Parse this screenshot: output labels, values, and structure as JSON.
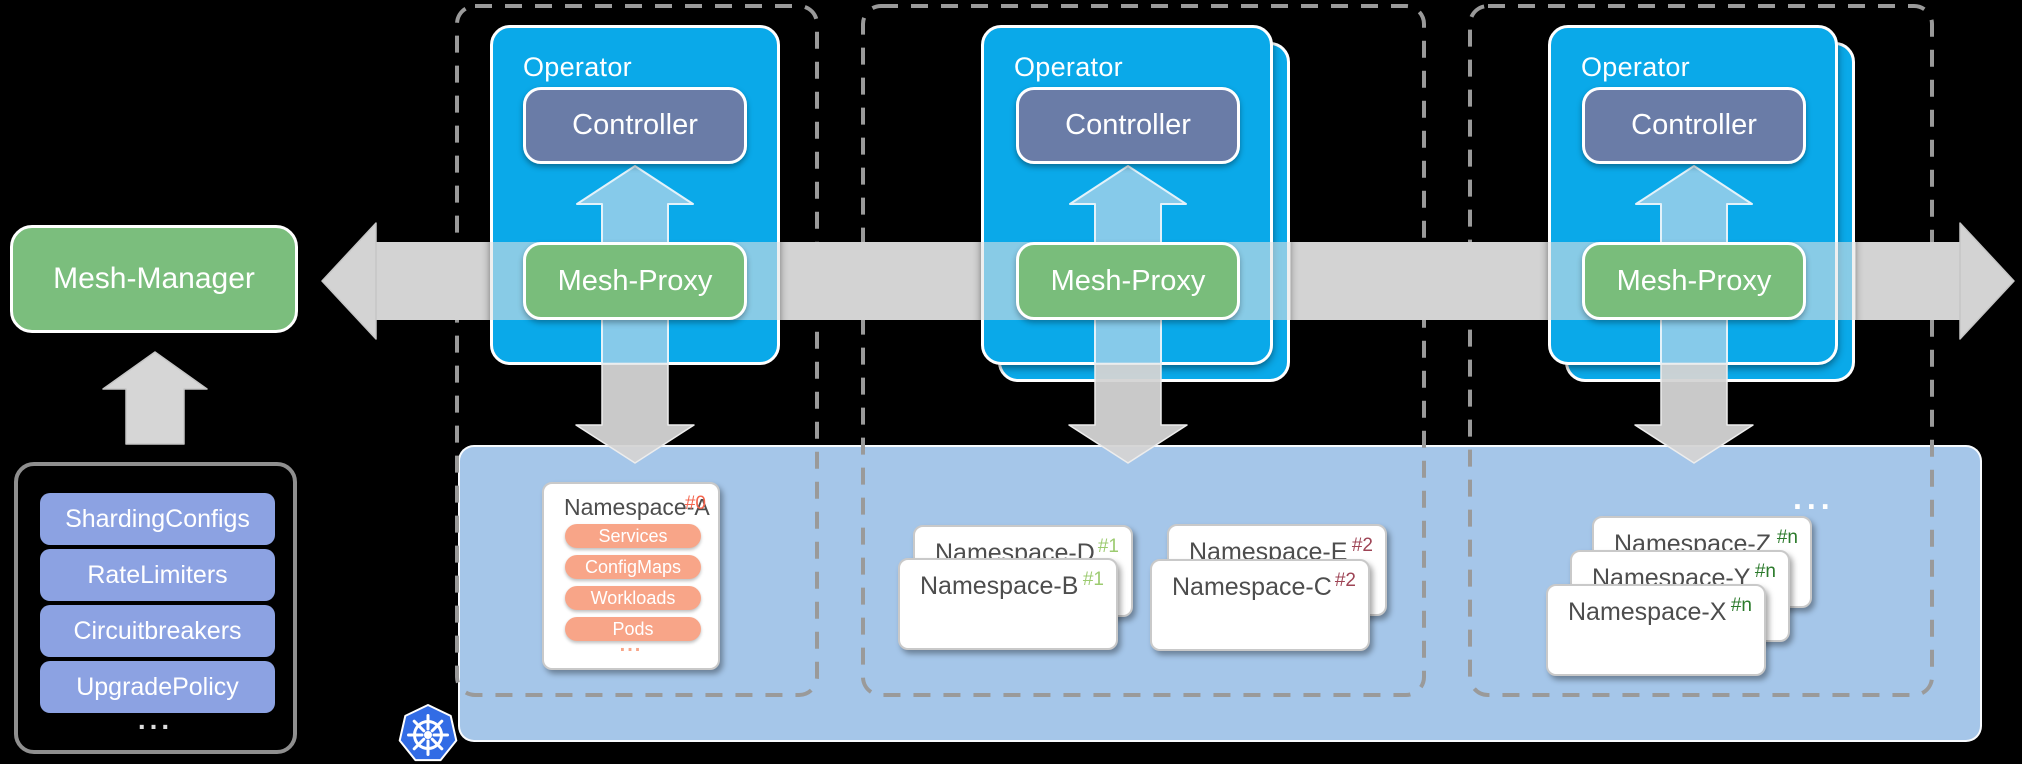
{
  "colors": {
    "background": "#000000",
    "operator_blue": "#0AA9E9",
    "controller_slate": "#6A7CA7",
    "mesh_green": "#7BBE7D",
    "panel_blue": "#A5C6E9",
    "resource_salmon": "#F8A588",
    "crd_periwinkle": "#8CA2E2",
    "arrow_gray": "#D3D3D3",
    "dashed_gray": "#9A9A9A",
    "k8s_blue": "#326CE5",
    "tag0_red": "#F4654E",
    "tag1_green": "#9CCB70",
    "tag2_maroon": "#9E4455",
    "tagn_darkgreen": "#2B7A2B"
  },
  "mesh_manager": {
    "label": "Mesh-Manager"
  },
  "crd_box": {
    "items": [
      "ShardingConfigs",
      "RateLimiters",
      "Circuitbreakers",
      "UpgradePolicy"
    ],
    "more": "..."
  },
  "operators": [
    {
      "label": "Operator",
      "controller_label": "Controller",
      "proxy_label": "Mesh-Proxy"
    },
    {
      "label": "Operator",
      "controller_label": "Controller",
      "proxy_label": "Mesh-Proxy"
    },
    {
      "label": "Operator",
      "controller_label": "Controller",
      "proxy_label": "Mesh-Proxy"
    }
  ],
  "namespaces": {
    "ellipsis": "...",
    "a": {
      "title": "Namespace-A",
      "tag": "#0",
      "pills": [
        "Services",
        "ConfigMaps",
        "Workloads",
        "Pods"
      ],
      "more": "..."
    },
    "d": {
      "title": "Namespace-D",
      "tag": "#1"
    },
    "b": {
      "title": "Namespace-B",
      "tag": "#1"
    },
    "e": {
      "title": "Namespace-E",
      "tag": "#2"
    },
    "c": {
      "title": "Namespace-C",
      "tag": "#2"
    },
    "z": {
      "title": "Namespace-Z",
      "tag": "#n"
    },
    "y": {
      "title": "Namespace-Y",
      "tag": "#n"
    },
    "x": {
      "title": "Namespace-X",
      "tag": "#n"
    }
  }
}
